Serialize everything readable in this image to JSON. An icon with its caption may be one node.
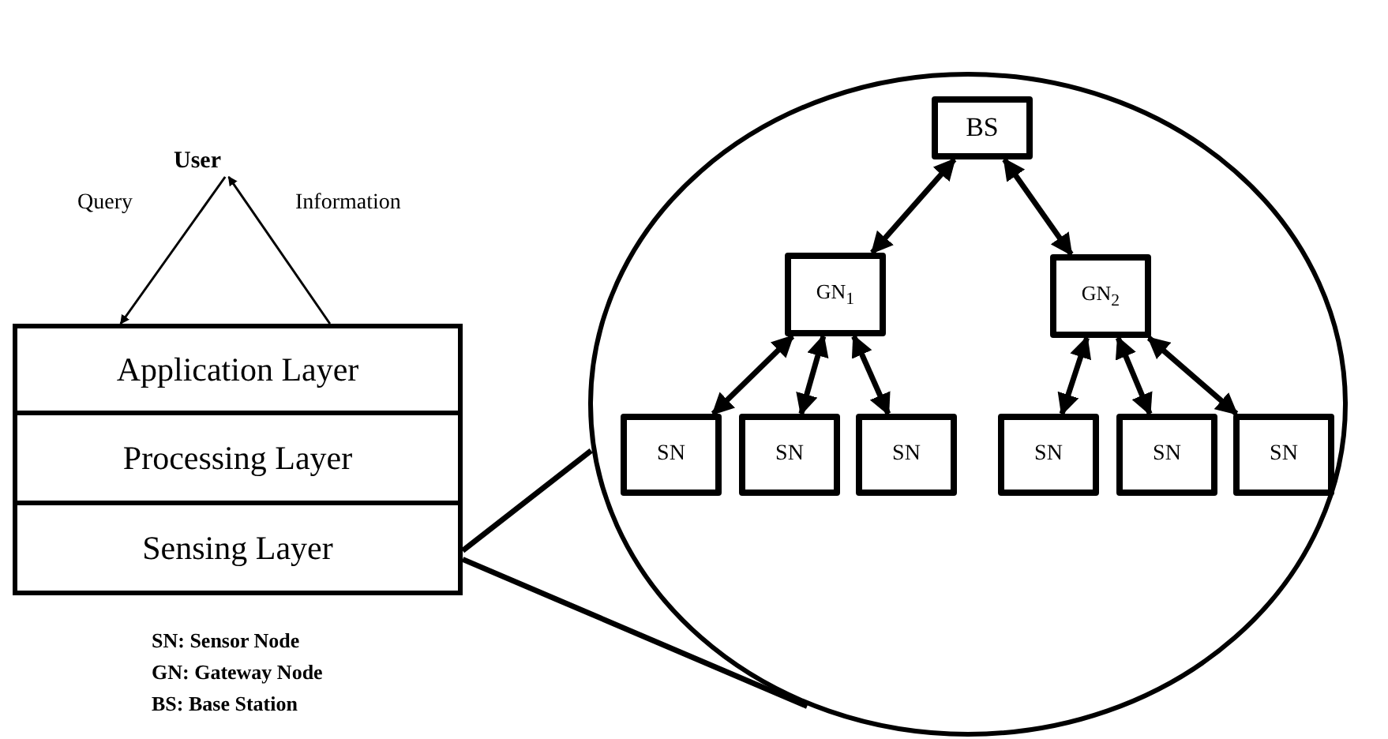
{
  "diagram": {
    "nodes": [
      {
        "text": [
          "User"
        ]
      },
      {
        "text": [
          "Application Layer"
        ]
      },
      {
        "text": [
          "Processing Layer"
        ]
      },
      {
        "text": [
          "Sensing Layer"
        ]
      },
      {
        "text": [],
        "shape": "circle"
      },
      {
        "text": [
          "BS"
        ],
        "in": 4
      },
      {
        "text": [
          "GN$_{1}$"
        ],
        "in": 4
      },
      {
        "text": [
          "GN$_{2}$"
        ],
        "in": 4
      },
      {
        "text": [
          "SN"
        ],
        "in": 4
      },
      {
        "text": [
          "SN"
        ],
        "in": 4
      },
      {
        "text": [
          "SN"
        ],
        "in": 4
      },
      {
        "text": [
          "SN"
        ],
        "in": 4
      },
      {
        "text": [
          "SN"
        ],
        "in": 4
      },
      {
        "text": [
          "SN"
        ],
        "in": 4
      }
    ],
    "edges": [
      {
        "from": 0,
        "to": 1,
        "arrow": "to",
        "label": "Query"
      },
      {
        "from": 1,
        "to": 0,
        "arrow": "to",
        "label": "Information"
      },
      {
        "from": 5,
        "to": 6,
        "arrow": "both"
      },
      {
        "from": 5,
        "to": 7,
        "arrow": "both"
      },
      {
        "from": 6,
        "to": 8,
        "arrow": "both"
      },
      {
        "from": 6,
        "to": 9,
        "arrow": "both"
      },
      {
        "from": 6,
        "to": 10,
        "arrow": "both"
      },
      {
        "from": 7,
        "to": 11,
        "arrow": "both"
      },
      {
        "from": 7,
        "to": 12,
        "arrow": "both"
      },
      {
        "from": 7,
        "to": 13,
        "arrow": "both"
      },
      {
        "from": 3,
        "to": 4,
        "arrow": "none"
      },
      {
        "from": 3,
        "to": 4,
        "arrow": "none"
      }
    ],
    "labels": [
      "SN: Sensor Node",
      "GN: Gateway Node",
      "BS: Base Station"
    ]
  }
}
